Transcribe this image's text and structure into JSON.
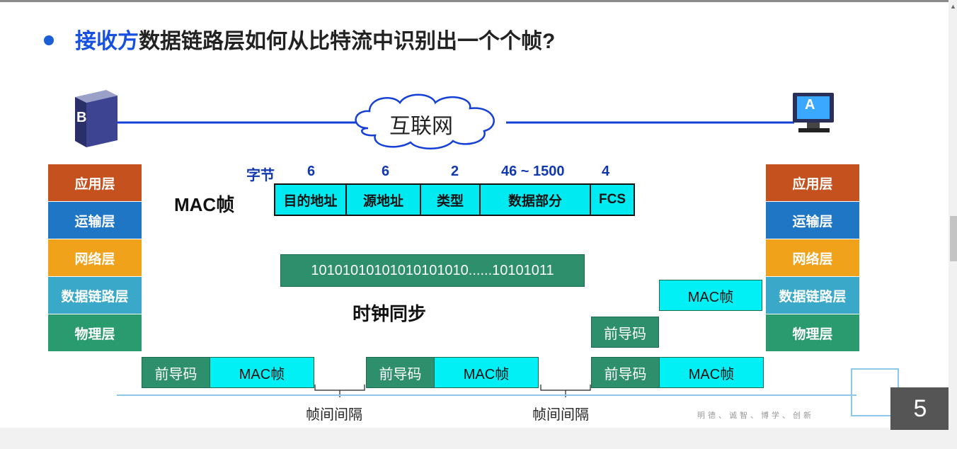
{
  "title": {
    "highlight": "接收方",
    "rest": "数据链路层如何从比特流中识别出一个个帧?"
  },
  "hosts": {
    "left": "B",
    "right": "A"
  },
  "cloud": "互联网",
  "layers": [
    "应用层",
    "运输层",
    "网络层",
    "数据链路层",
    "物理层"
  ],
  "mac_frame": {
    "label": "MAC帧",
    "byte_label": "字节",
    "bytes": [
      "6",
      "6",
      "2",
      "46 ~ 1500",
      "4"
    ],
    "fields": [
      "目的地址",
      "源地址",
      "类型",
      "数据部分",
      "FCS"
    ]
  },
  "bitstream": "10101010101010101010......10101011",
  "clock_sync": "时钟同步",
  "preamble": "前导码",
  "mac": "MAC帧",
  "gap": "帧间间隔",
  "motto": "明德、诚智、博学、创新",
  "page_number": "5",
  "colors": {
    "title_highlight": "#1550e0",
    "link_line": "#1540d8",
    "preamble": "#2e8f6c",
    "mac_box": "#00f0f5"
  }
}
